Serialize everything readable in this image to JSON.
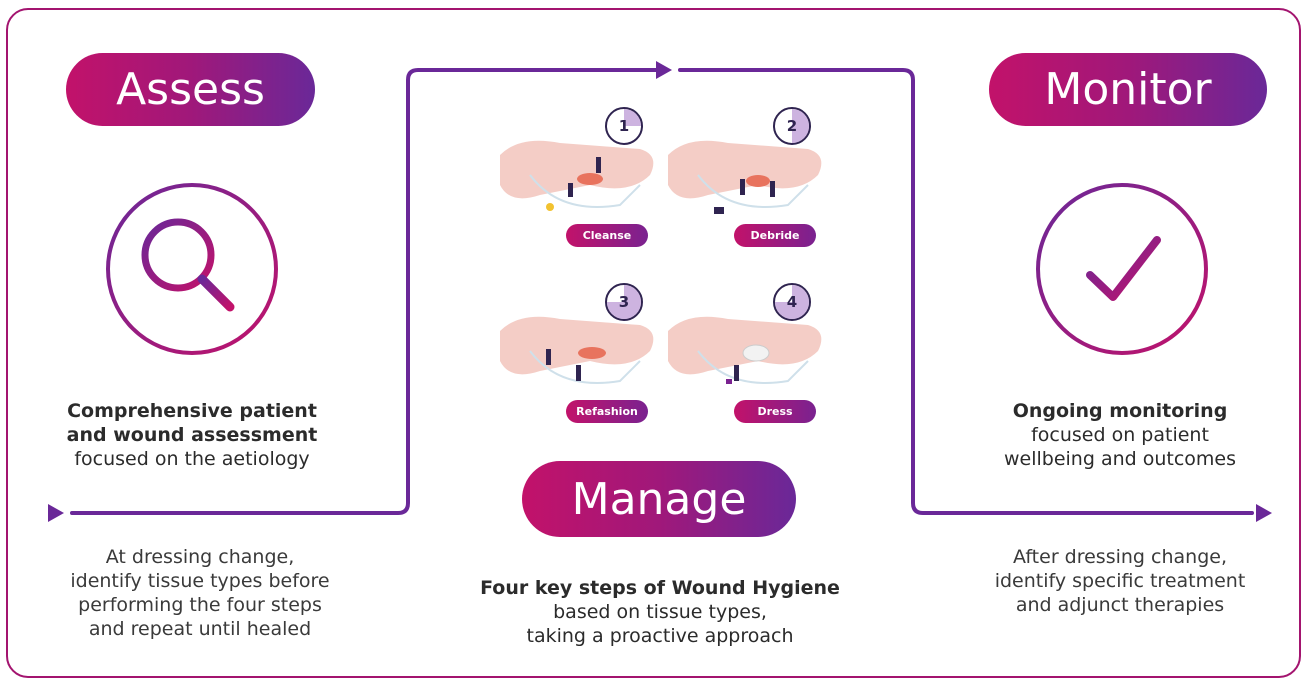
{
  "assess": {
    "title": "Assess",
    "caption_bold_1": "Comprehensive patient",
    "caption_bold_2": "and wound assessment",
    "caption_rest": "focused on the aetiology",
    "sub_1": "At dressing change,",
    "sub_2": "identify tissue types before",
    "sub_3": "performing the four steps",
    "sub_4": "and repeat until healed",
    "icon": "magnifier-icon"
  },
  "manage": {
    "title": "Manage",
    "caption_bold": "Four key steps of Wound Hygiene",
    "caption_1": "based on tissue types,",
    "caption_2": "taking a proactive approach",
    "steps": [
      {
        "num": "1",
        "label": "Cleanse"
      },
      {
        "num": "2",
        "label": "Debride"
      },
      {
        "num": "3",
        "label": "Refashion"
      },
      {
        "num": "4",
        "label": "Dress"
      }
    ]
  },
  "monitor": {
    "title": "Monitor",
    "caption_bold": "Ongoing monitoring",
    "caption_1": "focused on patient",
    "caption_2": "wellbeing and outcomes",
    "sub_1": "After dressing change,",
    "sub_2": "identify specific treatment",
    "sub_3": "and adjunct therapies",
    "icon": "checkmark-icon"
  },
  "colors": {
    "magenta": "#c2126a",
    "purple": "#6a2898",
    "flow_line": "#6a2898",
    "frame": "#a3146f"
  }
}
